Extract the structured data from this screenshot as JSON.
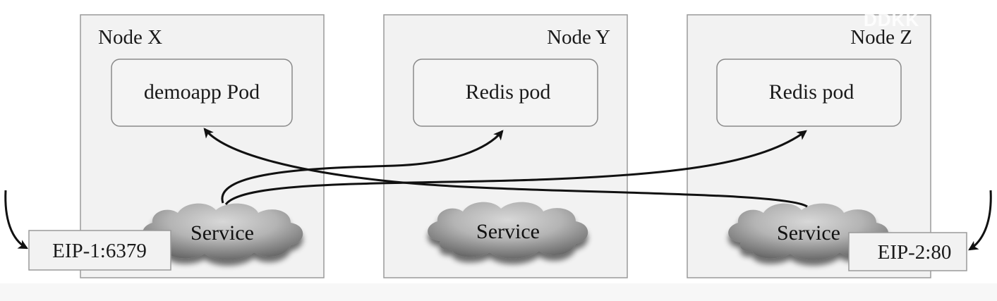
{
  "nodes": [
    {
      "title": "Node X",
      "pod": "demoapp Pod",
      "service": "Service"
    },
    {
      "title": "Node Y",
      "pod": "Redis pod",
      "service": "Service"
    },
    {
      "title": "Node Z",
      "pod": "Redis pod",
      "service": "Service"
    }
  ],
  "eips": {
    "left": "EIP-1:6379",
    "right": "EIP-2:80"
  },
  "watermark": "DDKK",
  "colors": {
    "node_fill": "#f2f2f2",
    "node_border": "#9a9a9a",
    "pod_fill": "#f4f4f4",
    "pod_border": "#8a8a8a",
    "arrow": "#111111",
    "cloud_light": "#c9c9c9",
    "cloud_dark": "#555555",
    "footer_band": "#f7f7f7"
  }
}
